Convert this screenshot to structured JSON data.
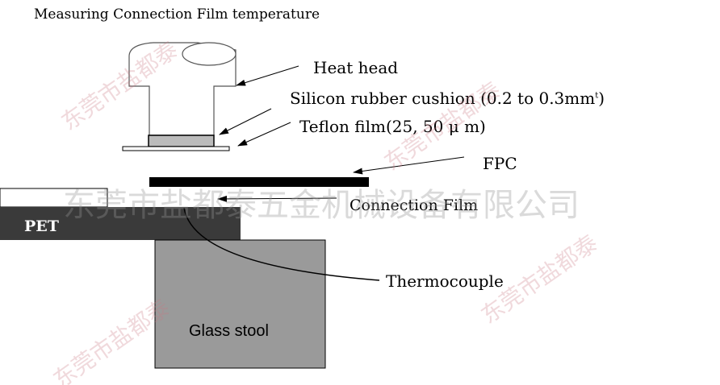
{
  "title": "Measuring Connection Film temperature",
  "labels": {
    "heat_head": "Heat head",
    "silicon": "Silicon rubber cushion (0.2 to 0.3mm",
    "silicon_sup": "t",
    "silicon_end": ")",
    "teflon": "Teflon film(25, 50 μ m)",
    "fpc": "FPC",
    "connection_film": "Connection Film",
    "pet": "PET",
    "thermocouple": "Thermocouple",
    "glass_stool": "Glass stool"
  },
  "watermarks": {
    "short": "东莞市盐都泰",
    "long": "东莞市盐都泰五金机械设备有限公司"
  }
}
